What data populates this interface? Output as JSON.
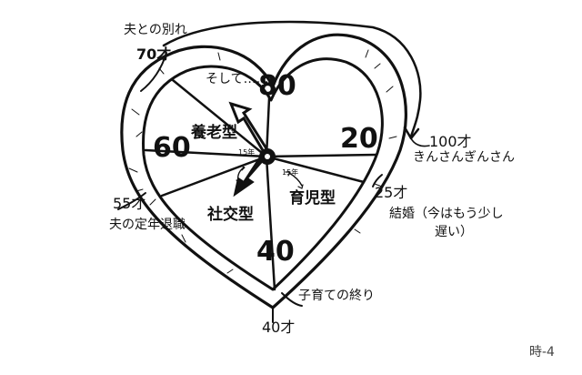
{
  "labels": {
    "husband_parting": "夫との別れ",
    "age_70": "70才",
    "and_then": "そして……",
    "clock_80": "80",
    "clock_60": "60",
    "clock_20": "20",
    "clock_40": "40",
    "type_care": "養老型",
    "type_social": "社交型",
    "type_child": "育児型",
    "gap_15a": "15年",
    "gap_15b": "15年",
    "age_100": "100才",
    "kinsan_ginsan": "きんさんぎんさん",
    "age_25": "25才",
    "marriage": "結婚（今はもう少し",
    "marriage_2": "遅い）",
    "age_55": "55才",
    "retirement": "夫の定年退職",
    "childcare_end": "子育ての終り",
    "age_40": "40才",
    "signature": "時-4"
  },
  "colors": {
    "ink": "#111111",
    "paper": "#ffffff"
  },
  "icons": {
    "hour_hand": "solid-arrow-hand-icon",
    "minute_hand": "outline-arrow-hand-icon",
    "pivot": "clock-pivot-icon"
  }
}
